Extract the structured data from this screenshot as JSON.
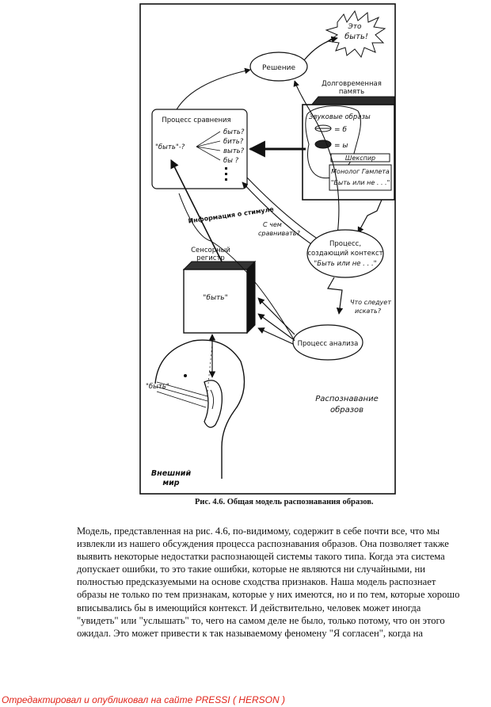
{
  "figure": {
    "burst_text_1": "Это",
    "burst_text_2": "быть!",
    "decision": "Решение",
    "ltm_title_1": "Долговременная",
    "ltm_title_2": "память",
    "sound_images": "Звуковые образы",
    "sound_1": "= б",
    "sound_2": "= ы",
    "shakespeare": "Шекспир",
    "hamlet": "Монолог Гамлета",
    "hamlet_quote": "\"Быть или не . . .\"",
    "comparison_title": "Процесс сравнения",
    "comparison_stim": "\"быть\"-?",
    "comparison_options": [
      "быть?",
      "бить?",
      "выть?",
      "бы ?"
    ],
    "info_label": "Информация о стимуле",
    "compare_with_1": "С чем",
    "compare_with_2": "сравнивать?",
    "context_1": "Процесс,",
    "context_2": "создающий контекст",
    "context_3": "\"Быть или не . . .\"",
    "sensory_1": "Сенсорный",
    "sensory_2": "регистр",
    "sensory_word": "\"быть\"",
    "what_next_1": "Что следует",
    "what_next_2": "искать?",
    "analysis": "Процесс анализа",
    "ear_word": "\"быть\"",
    "recognition_1": "Распознавание",
    "recognition_2": "образов",
    "world_1": "Внешний",
    "world_2": "мир"
  },
  "caption": "Рис. 4.6. Общая модель распознавания образов.",
  "body_lines": [
    "Модель, представленная на рис. 4.6, по-видимому, содержит в себе почти все, что мы",
    "извлекли из нашего обсуждения процесса распознавания образов. Она позволяет также",
    "выявить некоторые недостатки распознающей системы такого типа. Когда эта система",
    "допускает ошибки, то это такие ошибки, которые не являются ни случайными, ни",
    "полностью предсказуемыми на основе сходства признаков. Наша модель распознает",
    "образы не только по тем признакам, которые у них имеются, но и по тем, которые хорошо",
    "вписывались бы в имеющийся контекст. И действительно, человек может иногда",
    "\"увидеть\" или \"услышать\" то, чего на самом деле не было, только потому, что он этого",
    "ожидал. Это может привести к так называемому феномену \"Я согласен\", когда на"
  ],
  "footer": "Отредактировал и опубликовал на сайте PRESSI ( HERSON )"
}
